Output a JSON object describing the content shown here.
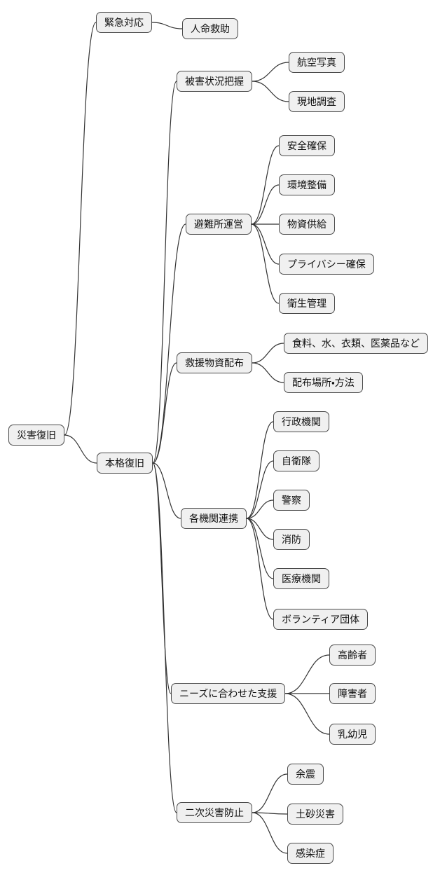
{
  "mindmap": {
    "type": "mindmap",
    "root": {
      "label": "災害復旧",
      "children": [
        {
          "label": "緊急対応",
          "children": [
            {
              "label": "人命救助"
            }
          ]
        },
        {
          "label": "本格復旧",
          "children": [
            {
              "label": "被害状況把握",
              "children": [
                {
                  "label": "航空写真"
                },
                {
                  "label": "現地調査"
                }
              ]
            },
            {
              "label": "避難所運営",
              "children": [
                {
                  "label": "安全確保"
                },
                {
                  "label": "環境整備"
                },
                {
                  "label": "物資供給"
                },
                {
                  "label": "プライバシー確保"
                },
                {
                  "label": "衛生管理"
                }
              ]
            },
            {
              "label": "救援物資配布",
              "children": [
                {
                  "label": "食料、水、衣類、医薬品など"
                },
                {
                  "label": "配布場所・方法"
                }
              ]
            },
            {
              "label": "各機関連携",
              "children": [
                {
                  "label": "行政機関"
                },
                {
                  "label": "自衛隊"
                },
                {
                  "label": "警察"
                },
                {
                  "label": "消防"
                },
                {
                  "label": "医療機関"
                },
                {
                  "label": "ボランティア団体"
                }
              ]
            },
            {
              "label": "ニーズに合わせた支援",
              "children": [
                {
                  "label": "高齢者"
                },
                {
                  "label": "障害者"
                },
                {
                  "label": "乳幼児"
                }
              ]
            },
            {
              "label": "二次災害防止",
              "children": [
                {
                  "label": "余震"
                },
                {
                  "label": "土砂災害"
                },
                {
                  "label": "感染症"
                }
              ]
            }
          ]
        }
      ]
    },
    "colors": {
      "background": "#ffffff",
      "node_fill": "#f0f0f0",
      "node_border": "#4a4a4a",
      "connector": "#333333"
    }
  }
}
